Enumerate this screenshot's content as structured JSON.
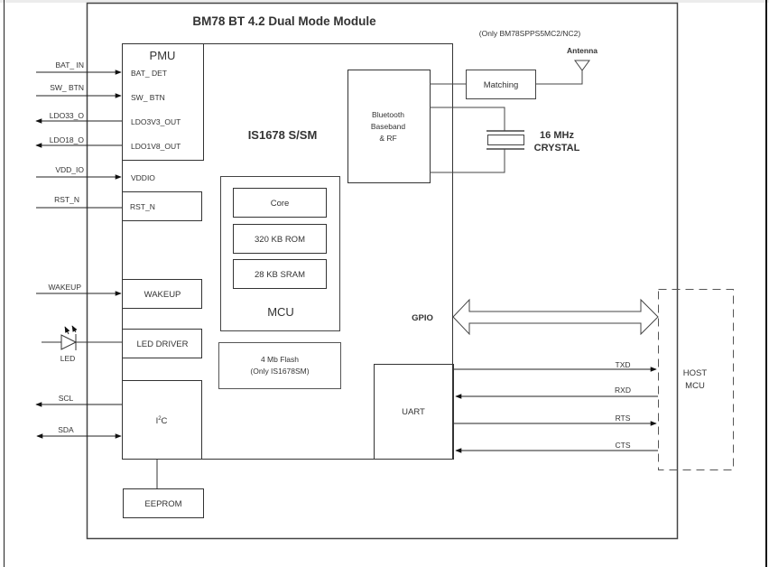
{
  "diagram": {
    "title": "BM78 BT 4.2 Dual Mode Module",
    "note": "(Only BM78SPPS5MC2/NC2)",
    "chip_label": "IS1678 S/SM",
    "pmu": {
      "title": "PMU",
      "pins": [
        "BAT_ DET",
        "SW_ BTN",
        "LDO3V3_OUT",
        "LDO1V8_OUT"
      ]
    },
    "vddio_label": "VDDIO",
    "blocks": {
      "rst": "RST_N",
      "wakeup": "WAKEUP",
      "led_driver": "LED DRIVER",
      "i2c_main": "I",
      "i2c_sup": "2",
      "i2c_end": "C",
      "eeprom": "EEPROM",
      "bt_line1": "Bluetooth",
      "bt_line2": "Baseband",
      "bt_line3": "& RF",
      "matching": "Matching",
      "antenna": "Antenna",
      "crystal_line1": "16 MHz",
      "crystal_line2": "CRYSTAL",
      "core": "Core",
      "rom": "320 KB ROM",
      "sram": "28 KB SRAM",
      "mcu": "MCU",
      "flash_line1": "4 Mb Flash",
      "flash_line2": "(Only IS1678SM)",
      "gpio": "GPIO",
      "uart": "UART",
      "host_line1": "HOST",
      "host_line2": "MCU"
    },
    "external_signals": {
      "bat_in": "BAT_ IN",
      "sw_btn": "SW_ BTN",
      "ldo33": "LDO33_O",
      "ldo18": "LDO18_O",
      "vdd_io": "VDD_IO",
      "rst_n": "RST_N",
      "wakeup": "WAKEUP",
      "led": "LED",
      "scl": "SCL",
      "sda": "SDA"
    },
    "uart_signals": [
      "TXD",
      "RXD",
      "RTS",
      "CTS"
    ]
  }
}
